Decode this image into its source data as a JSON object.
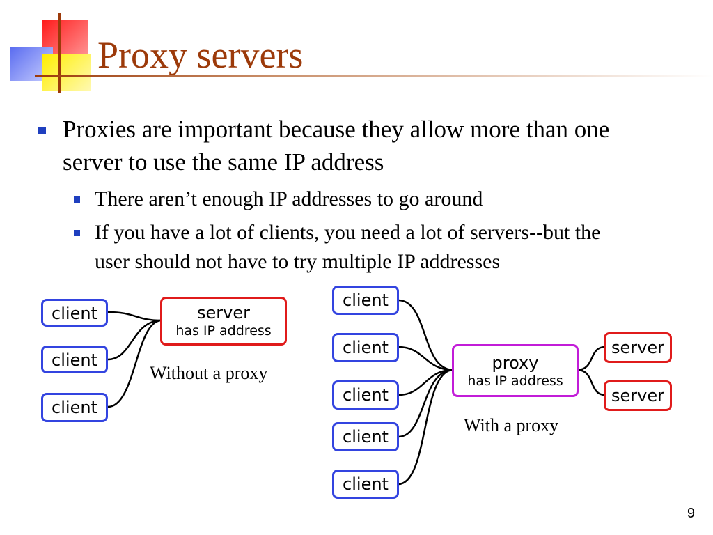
{
  "slide": {
    "title": "Proxy servers",
    "bullets": [
      {
        "line1": "Proxies are important because they allow more than one",
        "line2": "server to use the same IP address"
      }
    ],
    "sub_bullets": [
      {
        "line1": "There aren’t enough IP addresses to go around"
      },
      {
        "line1": "If you have a lot of clients, you need a lot of servers--but the",
        "line2": "user should not have to try multiple IP addresses"
      }
    ],
    "page_number": "9"
  },
  "diagram_left": {
    "clients": [
      "client",
      "client",
      "client"
    ],
    "server": {
      "label": "server",
      "sublabel": "has IP address"
    },
    "caption": "Without a proxy"
  },
  "diagram_right": {
    "clients": [
      "client",
      "client",
      "client",
      "client",
      "client"
    ],
    "proxy": {
      "label": "proxy",
      "sublabel": "has IP address"
    },
    "servers": [
      "server",
      "server"
    ],
    "caption": "With a proxy"
  },
  "colors": {
    "title": "#9c3a0a",
    "bullet": "#1f3fbf",
    "client_border": "#3344e0",
    "server_border": "#e01b1b",
    "proxy_border": "#c21cd8"
  }
}
